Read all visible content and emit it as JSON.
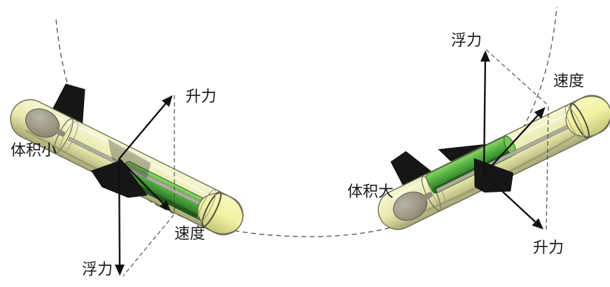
{
  "diagram": {
    "gliders": [
      {
        "id": "descending",
        "volume_label": "体积小",
        "lift_label": "升力",
        "velocity_label": "速度",
        "buoyancy_label": "浮力"
      },
      {
        "id": "ascending",
        "volume_label": "体积大",
        "lift_label": "升力",
        "velocity_label": "速度",
        "buoyancy_label": "浮力"
      }
    ]
  },
  "colors": {
    "background": "#ffffff",
    "arrow": "#111111",
    "dash_line": "#4f4f4f",
    "label_text": "#1a1a1a",
    "hull_light": "#f7f7d2",
    "hull_mid": "#e7e7a9",
    "hull_dark": "#a3a374",
    "hull_outline": "#6d6d52",
    "nose_cap": "#f2f2a2",
    "battery_light": "#8fd468",
    "battery_mid": "#4fae3e",
    "battery_dark": "#2a6a24",
    "dome_light": "#b9b5a7",
    "dome_dark": "#6f6b5e",
    "fin_black": "#161616"
  }
}
